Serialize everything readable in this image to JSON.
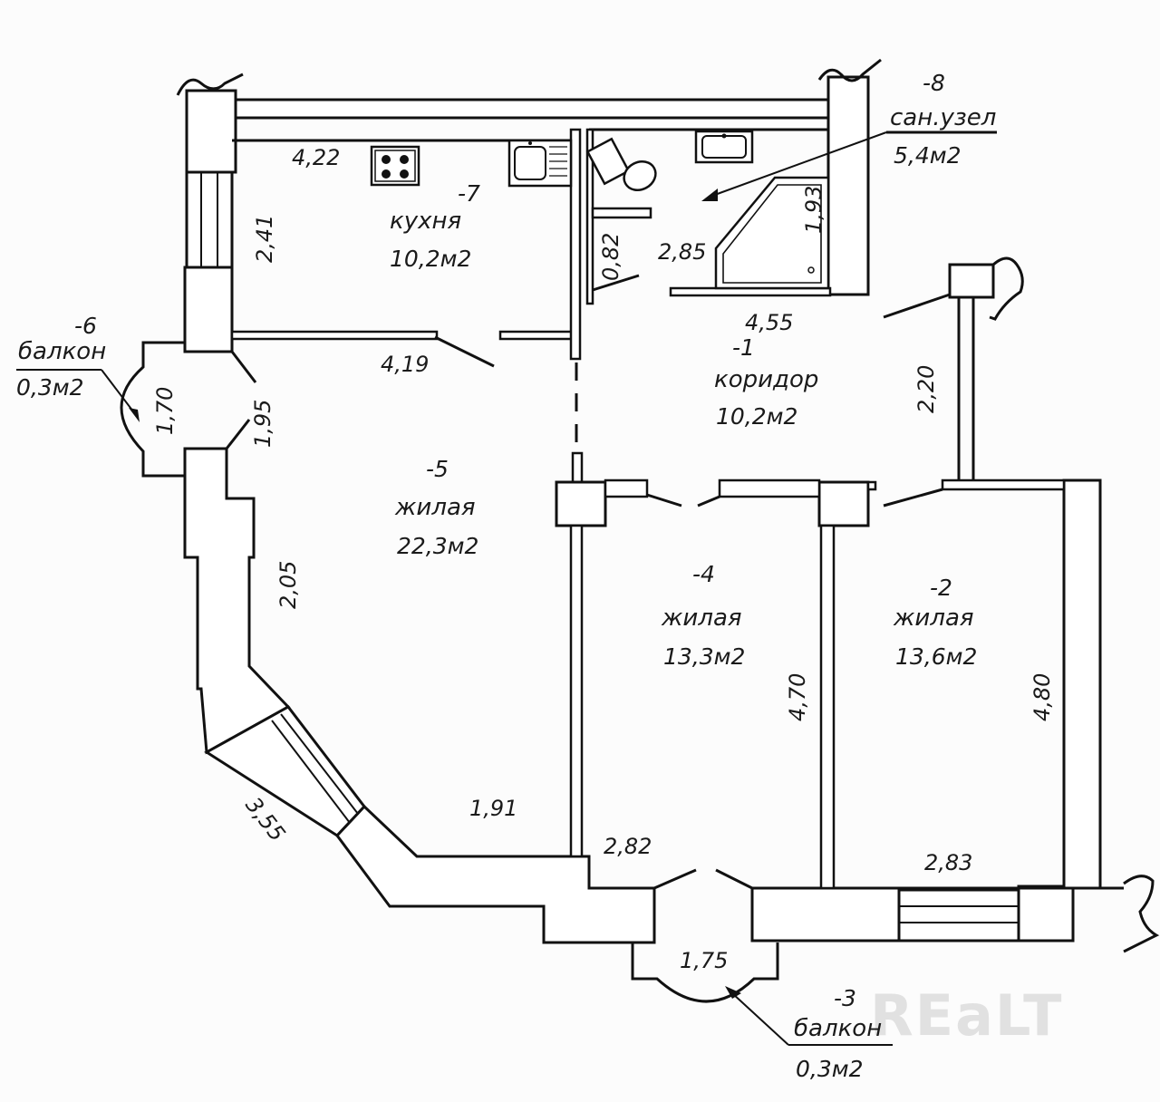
{
  "rooms": [
    {
      "id": "kitchen",
      "number": "-7",
      "name": "кухня",
      "area": "10,2м2"
    },
    {
      "id": "corridor",
      "number": "-1",
      "name": "коридор",
      "area": "10,2м2"
    },
    {
      "id": "living5",
      "number": "-5",
      "name": "жилая",
      "area": "22,3м2"
    },
    {
      "id": "living4",
      "number": "-4",
      "name": "жилая",
      "area": "13,3м2"
    },
    {
      "id": "living2",
      "number": "-2",
      "name": "жилая",
      "area": "13,6м2"
    }
  ],
  "callouts": {
    "bathroom": {
      "number": "-8",
      "name": "сан.узел",
      "area": "5,4м2"
    },
    "balcony6": {
      "number": "-6",
      "name": "балкон",
      "area": "0,3м2"
    },
    "balcony3": {
      "number": "-3",
      "name": "балкон",
      "area": "0,3м2"
    }
  },
  "dimensions": {
    "kitchen_top": "4,22",
    "kitchen_left": "2,41",
    "kitchen_bottom": "4,19",
    "bath_door": "0,82",
    "bath_width": "2,85",
    "bath_depth": "1,93",
    "corridor_width": "4,55",
    "corridor_depth": "2,20",
    "balcony6_width": "1,70",
    "living5_window": "1,95",
    "living5_left": "2,05",
    "living5_bay": "3,55",
    "living5_bottom": "1,91",
    "living4_bottom": "2,82",
    "living4_depth": "4,70",
    "balcony3_width": "1,75",
    "living2_bottom": "2,83",
    "living2_depth": "4,80"
  },
  "watermark": "REaLT",
  "icons": [
    "stove-icon",
    "kitchen-sink-icon",
    "toilet-icon",
    "bathroom-sink-icon",
    "corner-bathtub-icon"
  ]
}
